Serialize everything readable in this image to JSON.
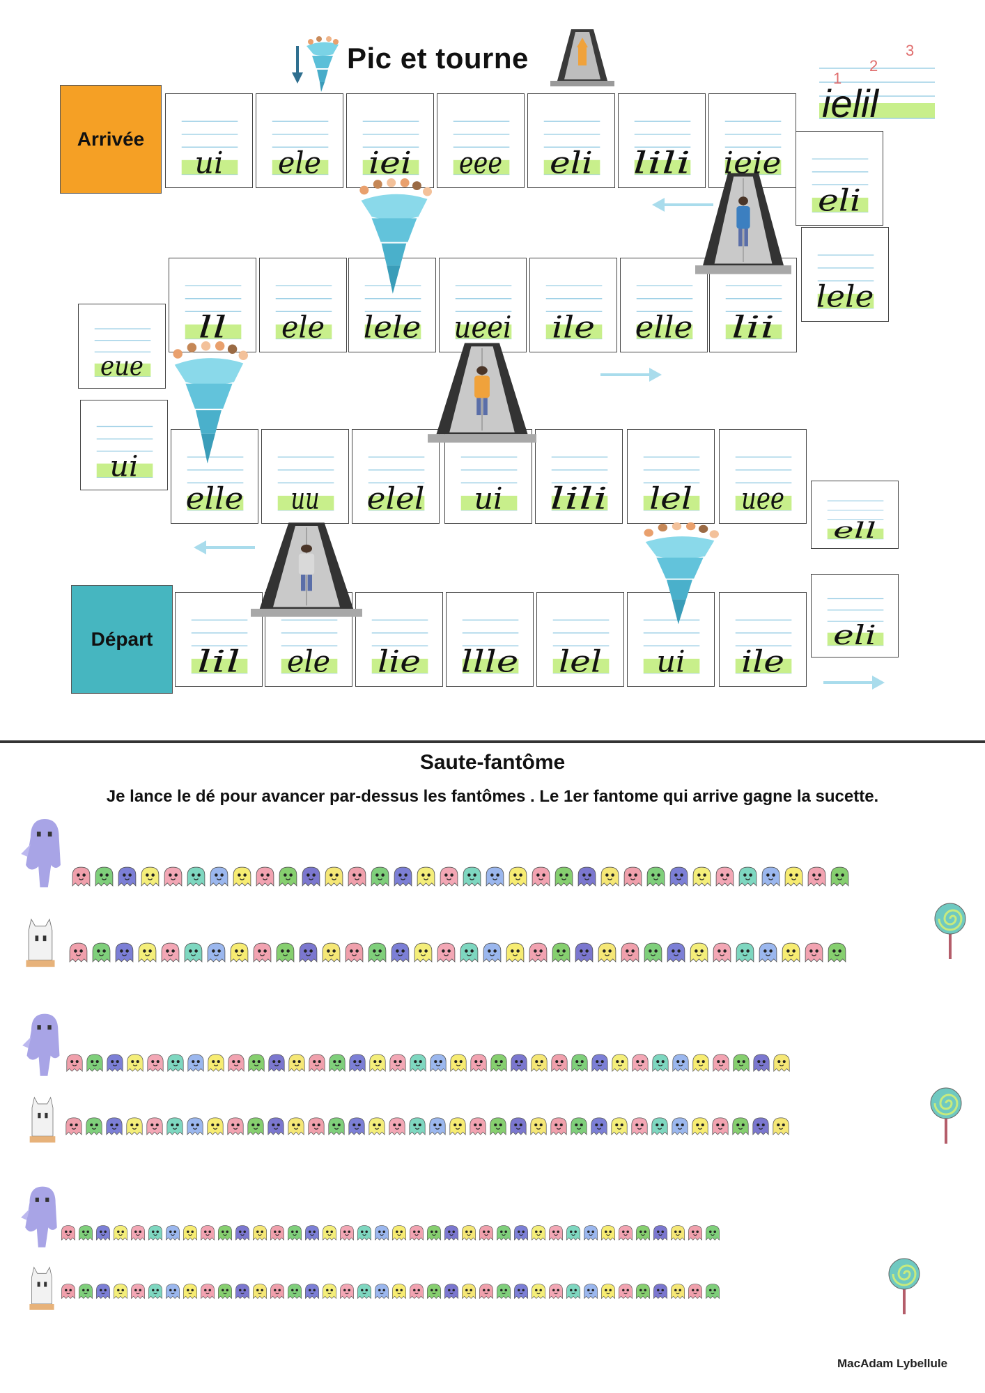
{
  "board": {
    "title": "Pic et tourne",
    "arrivee_label": "Arrivée",
    "depart_label": "Départ",
    "guide_numbers": [
      "1",
      "2",
      "3"
    ],
    "guide_word": "ielil",
    "rows": [
      [
        "lil",
        "ele",
        "lie",
        "llle",
        "lel",
        "ui",
        "ile",
        "eli"
      ],
      [
        "elle",
        "uu",
        "elel",
        "ui",
        "lili",
        "lel",
        "uee",
        "ell"
      ],
      [
        "ll",
        "ele",
        "lele",
        "ueei",
        "ile",
        "elle",
        "lii",
        "lele"
      ],
      [
        "ui",
        "ele",
        "iei",
        "eee",
        "eli",
        "lili",
        "ieie",
        "eli"
      ]
    ],
    "side_left_mid": [
      "eue",
      "ui"
    ]
  },
  "ghost_game": {
    "title": "Saute-fantôme",
    "instructions": "Je lance le dé pour avancer par-dessus les fantômes . Le 1er fantome qui arrive gagne la sucette.",
    "ghost_colors": [
      "#f0a0ac",
      "#7fcf7b",
      "#7c7fd6",
      "#f4ee7a",
      "#f3a7b5",
      "#7ed7c0",
      "#9bb7ee",
      "#f7ec72",
      "#f2a3b1",
      "#86cf6f",
      "#7b77cf",
      "#f5e776"
    ]
  },
  "footer": {
    "brand": "MacAdam Lybellule"
  }
}
